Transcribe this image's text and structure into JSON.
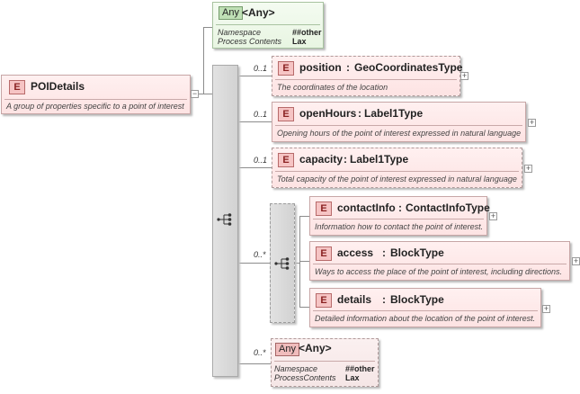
{
  "root": {
    "badge": "E",
    "name": "POIDetails",
    "description": "A group of properties specific to a point of interest"
  },
  "any_top": {
    "badge": "Any",
    "title": "<Any>",
    "namespace_label": "Namespace",
    "namespace_value": "##other",
    "process_label": "Process Contents",
    "process_value": "Lax"
  },
  "elements": [
    {
      "badge": "E",
      "name": "position",
      "type": "GeoCoordinatesType",
      "cardinality": "0..1",
      "description": "The coordinates of the location"
    },
    {
      "badge": "E",
      "name": "openHours",
      "type": "Label1Type",
      "cardinality": "0..1",
      "description": "Opening hours of the point of interest expressed in natural language"
    },
    {
      "badge": "E",
      "name": "capacity",
      "type": "Label1Type",
      "cardinality": "0..1",
      "description": "Total capacity of the point of interest expressed in natural language"
    }
  ],
  "inner_sequence": {
    "cardinality": "0..*",
    "elements": [
      {
        "badge": "E",
        "name": "contactInfo",
        "type": "ContactInfoType",
        "description": "Information how to contact the point of interest."
      },
      {
        "badge": "E",
        "name": "access",
        "type": "BlockType",
        "description": "Ways to access the place of the point of  interest, including directions."
      },
      {
        "badge": "E",
        "name": "details",
        "type": "BlockType",
        "description": "Detailed information about the location of the point of interest."
      }
    ]
  },
  "any_bottom": {
    "badge": "Any",
    "title": "<Any>",
    "cardinality": "0..*",
    "namespace_label": "Namespace",
    "namespace_value": "##other",
    "process_label": "ProcessContents",
    "process_value": "Lax"
  },
  "symbols": {
    "collapse": "−",
    "expand": "+",
    "separator": ":"
  },
  "icons": [
    "sequence-icon",
    "expand-icon",
    "collapse-icon"
  ]
}
